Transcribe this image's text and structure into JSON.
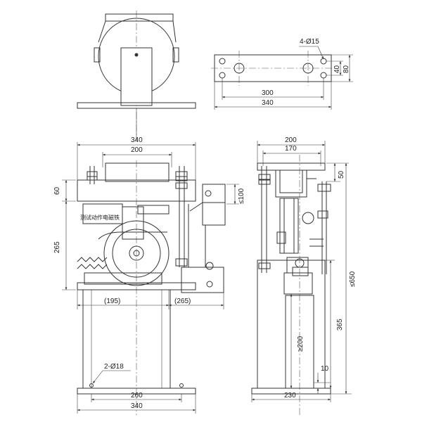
{
  "top_view": {
    "hole_callout": "4-Ø15",
    "dim_inner": "300",
    "dim_outer": "340",
    "dim_40": "40",
    "dim_80": "80"
  },
  "front_view": {
    "dim_340_top": "340",
    "dim_200_top": "200",
    "dim_60": "60",
    "dim_265": "265",
    "dim_le100": "≤100",
    "dim_195": "(195)",
    "dim_265_paren": "(265)",
    "hole_callout": "2-Ø18",
    "dim_260": "260",
    "dim_340_bottom": "340",
    "label_cn": "测试动作电磁铁"
  },
  "side_view": {
    "dim_200": "200",
    "dim_170": "170",
    "dim_50": "50",
    "dim_le650": "≤650",
    "dim_365": "365",
    "dim_ge200": "≥200",
    "dim_10": "10",
    "dim_230": "230"
  }
}
